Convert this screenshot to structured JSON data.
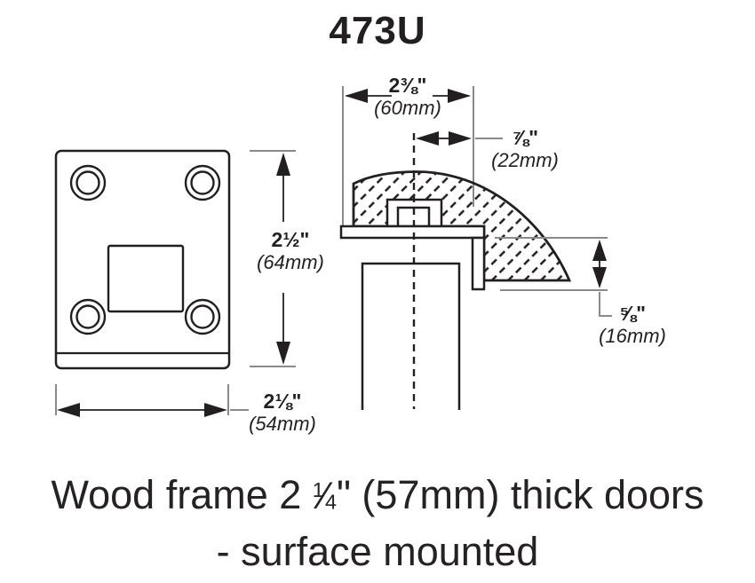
{
  "title": "473U",
  "dimensions": {
    "top_width": {
      "in": "2⅜\"",
      "mm": "(60mm)"
    },
    "offset": {
      "in": "⅞\"",
      "mm": "(22mm)"
    },
    "height": {
      "in": "2½\"",
      "mm": "(64mm)"
    },
    "plate_width": {
      "in": "2⅛\"",
      "mm": "(54mm)"
    },
    "projection": {
      "in": "⅝\"",
      "mm": "(16mm)"
    }
  },
  "caption": {
    "line1_pre": "Wood frame 2 ",
    "frac_num": "1",
    "frac_slash": "⁄",
    "frac_den": "4",
    "line1_post": "\" (57mm) thick doors",
    "line2": "- surface mounted"
  },
  "colors": {
    "ink": "#231f20",
    "guide": "#8a8a8a",
    "background": "#ffffff"
  }
}
